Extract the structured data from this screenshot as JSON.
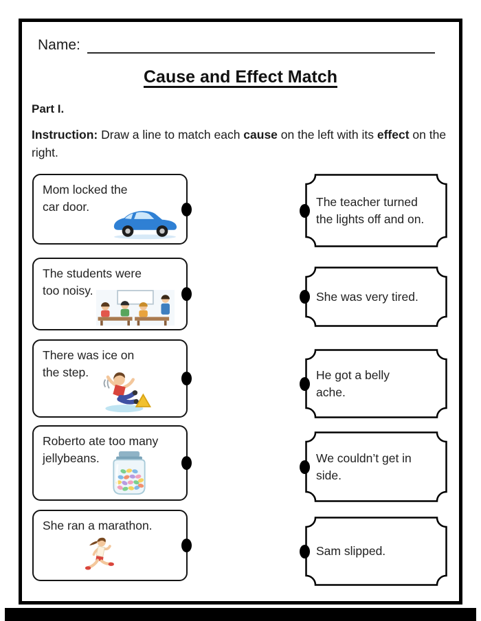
{
  "header": {
    "name_label": "Name:",
    "title": "Cause and Effect Match",
    "part_label": "Part I.",
    "instruction": {
      "label": "Instruction:",
      "seg1": " Draw a line to match each ",
      "bold1": "cause",
      "seg2": " on the left with its ",
      "bold2": "effect",
      "seg3": " on the right."
    }
  },
  "causes": [
    {
      "text": "Mom locked the\ncar door.",
      "icon": "car-icon"
    },
    {
      "text": "The students were\ntoo noisy.",
      "icon": "classroom-icon"
    },
    {
      "text": "There was ice on\nthe step.",
      "icon": "slipping-boy-icon"
    },
    {
      "text": "Roberto ate too many\njellybeans.",
      "icon": "jellybean-jar-icon"
    },
    {
      "text": "She ran a marathon.",
      "icon": "running-girl-icon"
    }
  ],
  "effects": [
    {
      "text": "The teacher turned\nthe lights off and on."
    },
    {
      "text": "She was very tired."
    },
    {
      "text": "He got a belly\nache."
    },
    {
      "text": "We couldn’t get in\nside."
    },
    {
      "text": "Sam slipped."
    }
  ],
  "colors": {
    "border": "#000000",
    "car_blue": "#2f80d4",
    "ice_blue": "#bfe4f2",
    "sign_yellow": "#f2c12e",
    "shirt_red": "#d9453c"
  }
}
